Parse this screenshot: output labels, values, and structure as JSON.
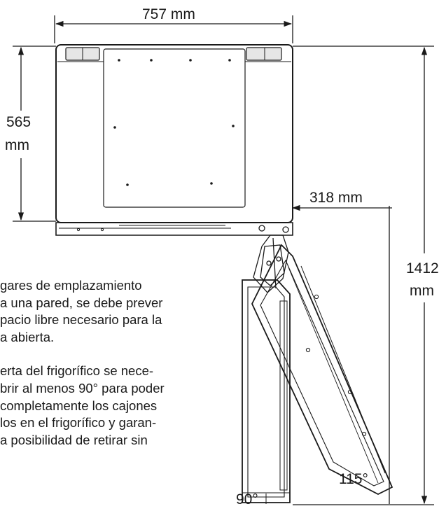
{
  "dimensions": {
    "width_label": "757 mm",
    "depth_label_line1": "565",
    "depth_label_line2": "mm",
    "clearance_label": "318 mm",
    "total_label_line1": "1412",
    "total_label_line2": "mm",
    "angle_115": "115°",
    "angle_90": "90°"
  },
  "text": {
    "para1": [
      "gares de emplazamiento",
      "a una pared, se debe prever",
      "pacio libre necesario para la",
      "a abierta."
    ],
    "para2": [
      "erta del frigorífico se nece-",
      "brir al menos 90° para poder",
      "completamente los cajones",
      "los en el frigorífico y garan-",
      "a posibilidad de retirar sin"
    ]
  },
  "colors": {
    "line": "#1a1a1a",
    "background": "#ffffff"
  }
}
